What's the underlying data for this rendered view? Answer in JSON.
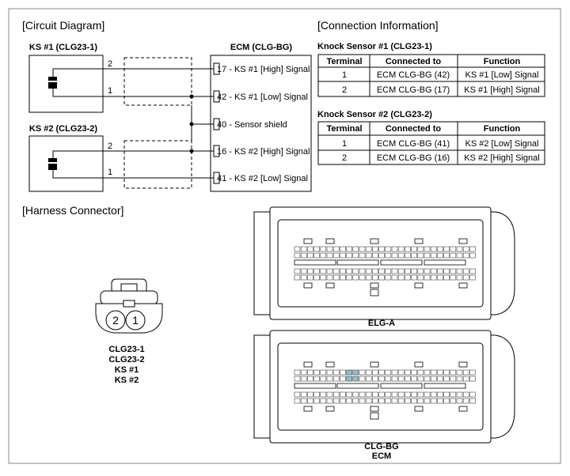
{
  "sections": {
    "circuit": "[Circuit Diagram]",
    "connection": "[Connection Information]",
    "harness": "[Harness Connector]"
  },
  "circuit": {
    "ks1_title": "KS #1 (CLG23-1)",
    "ks2_title": "KS #2 (CLG23-2)",
    "ecm_title": "ECM (CLG-BG)",
    "ks1_pin2": "2",
    "ks1_pin1": "1",
    "ks2_pin2": "2",
    "ks2_pin1": "1",
    "ecm_pins": [
      "17 - KS #1 [High] Signal",
      "42 - KS #1 [Low] Signal",
      "40 - Sensor shield",
      "16 - KS #2 [High] Signal",
      "41 - KS #2 [Low] Signal"
    ]
  },
  "tables": [
    {
      "title": "Knock Sensor #1 (CLG23-1)",
      "headers": [
        "Terminal",
        "Connected to",
        "Function"
      ],
      "rows": [
        [
          "1",
          "ECM CLG-BG (42)",
          "KS #1 [Low] Signal"
        ],
        [
          "2",
          "ECM CLG-BG (17)",
          "KS #1 [High] Signal"
        ]
      ]
    },
    {
      "title": "Knock Sensor #2 (CLG23-2)",
      "headers": [
        "Terminal",
        "Connected to",
        "Function"
      ],
      "rows": [
        [
          "1",
          "ECM CLG-BG (41)",
          "KS #2 [Low] Signal"
        ],
        [
          "2",
          "ECM CLG-BG (16)",
          "KS #2 [High] Signal"
        ]
      ]
    }
  ],
  "harness": {
    "sensor_pin_left": "2",
    "sensor_pin_right": "1",
    "sensor_labels": [
      "CLG23-1",
      "CLG23-2",
      "KS #1",
      "KS #2"
    ],
    "connector_a": "ELG-A",
    "connector_b_lines": [
      "CLG-BG",
      "ECM"
    ]
  },
  "colors": {
    "line": "#000000",
    "highlight_pin": "#8fc1c9"
  }
}
